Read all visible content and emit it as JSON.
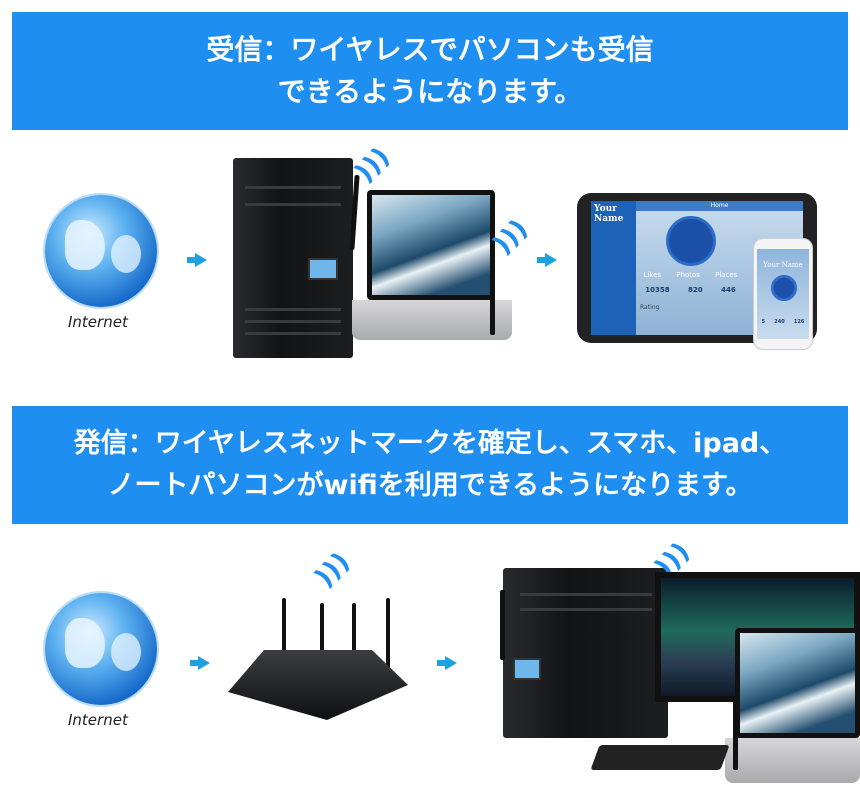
{
  "receive": {
    "line1": "受信：ワイヤレスでパソコンも受信",
    "line2": "できるようになります。"
  },
  "send": {
    "line1": "発信：ワイヤレスネットマークを確定し、スマホ、ipad、",
    "line2": "ノートパソコンがwifiを利用できるようになります。"
  },
  "internet_label": "Internet",
  "tablet": {
    "name": "Your Name",
    "header": "Home",
    "stat_labels": [
      "Likes",
      "Photos",
      "Places"
    ],
    "stat_values": [
      "10358",
      "820",
      "446"
    ],
    "rating": "Rating"
  },
  "phone": {
    "name": "Your Name",
    "stat_values": [
      "5",
      "240",
      "126"
    ]
  },
  "colors": {
    "banner": "#1f8ef1",
    "arrow": "#1ea1e0"
  }
}
